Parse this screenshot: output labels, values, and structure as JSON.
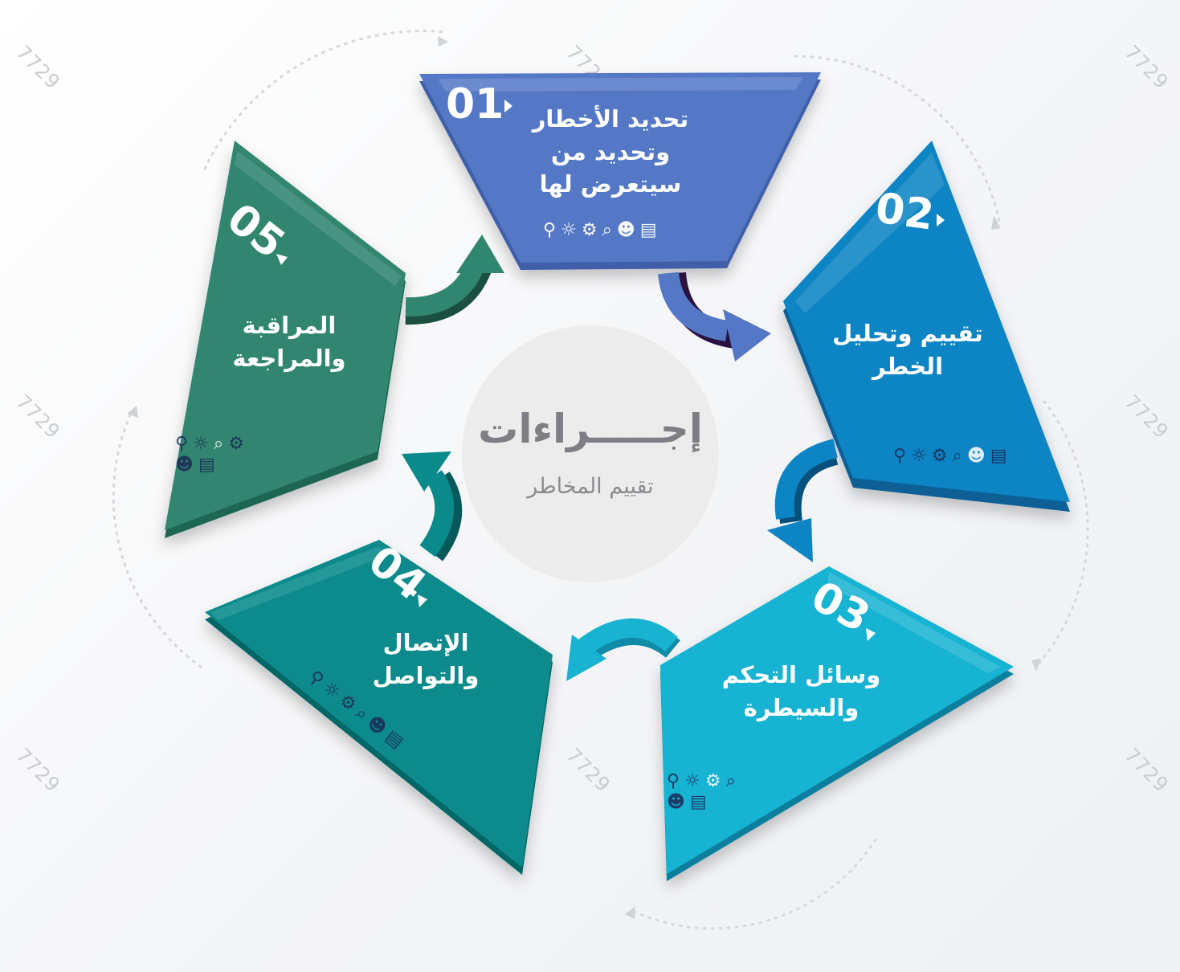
{
  "watermark": "7729",
  "center": {
    "title": "إجـــــراءات",
    "subtitle": "تقييم المخاطر"
  },
  "steps": [
    {
      "number": "01",
      "lines": [
        "تحديد الأخطار",
        "وتحديد من",
        "سيتعرض لها"
      ],
      "color": "#4f72c2"
    },
    {
      "number": "02",
      "lines": [
        "تقييم وتحليل",
        "الخطر"
      ],
      "color": "#0b7fbe"
    },
    {
      "number": "03",
      "lines": [
        "وسائل التحكم",
        "والسيطرة"
      ],
      "color": "#17b0cf"
    },
    {
      "number": "04",
      "lines": [
        "الإتصال",
        "والتواصل"
      ],
      "color": "#0a8a8a"
    },
    {
      "number": "05",
      "lines": [
        "المراقبة",
        "والمراجعة"
      ],
      "color": "#2d856a"
    }
  ],
  "icon_set": [
    "map-pin-icon",
    "lightbulb-icon",
    "gears-icon",
    "search-icon",
    "people-icon",
    "document-icon"
  ]
}
